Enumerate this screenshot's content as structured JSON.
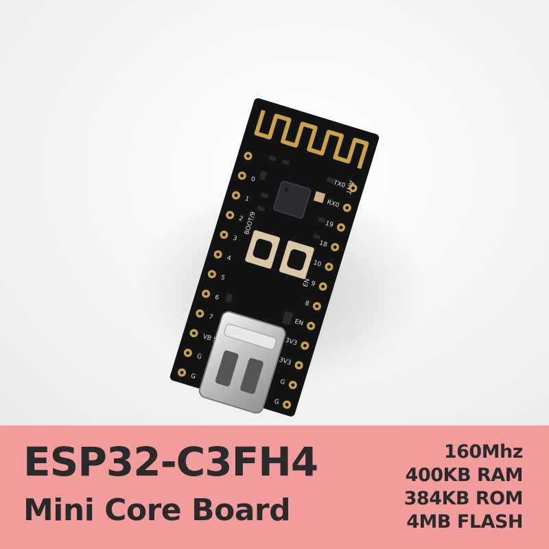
{
  "product": {
    "title": "ESP32-C3FH4",
    "subtitle": "Mini Core Board"
  },
  "specs": [
    "160Mhz",
    "400KB RAM",
    "384KB ROM",
    "4MB FLASH"
  ],
  "board": {
    "antenna_label": "ANT",
    "buttons": [
      "BOOT/9",
      "EN"
    ],
    "left_pins": [
      "G",
      "G",
      "VB 5V",
      "7",
      "6",
      "5",
      "4",
      "3",
      "2",
      "1",
      "0"
    ],
    "right_pins": [
      "G",
      "G",
      "3V3",
      "3V3",
      "EN",
      "8",
      "9",
      "10",
      "18",
      "19",
      "RX0",
      "TX0"
    ]
  },
  "colors": {
    "banner": "#f39c9c",
    "pcb": "#121314",
    "gold": "#c9a24a",
    "text": "#2a2a2a"
  }
}
